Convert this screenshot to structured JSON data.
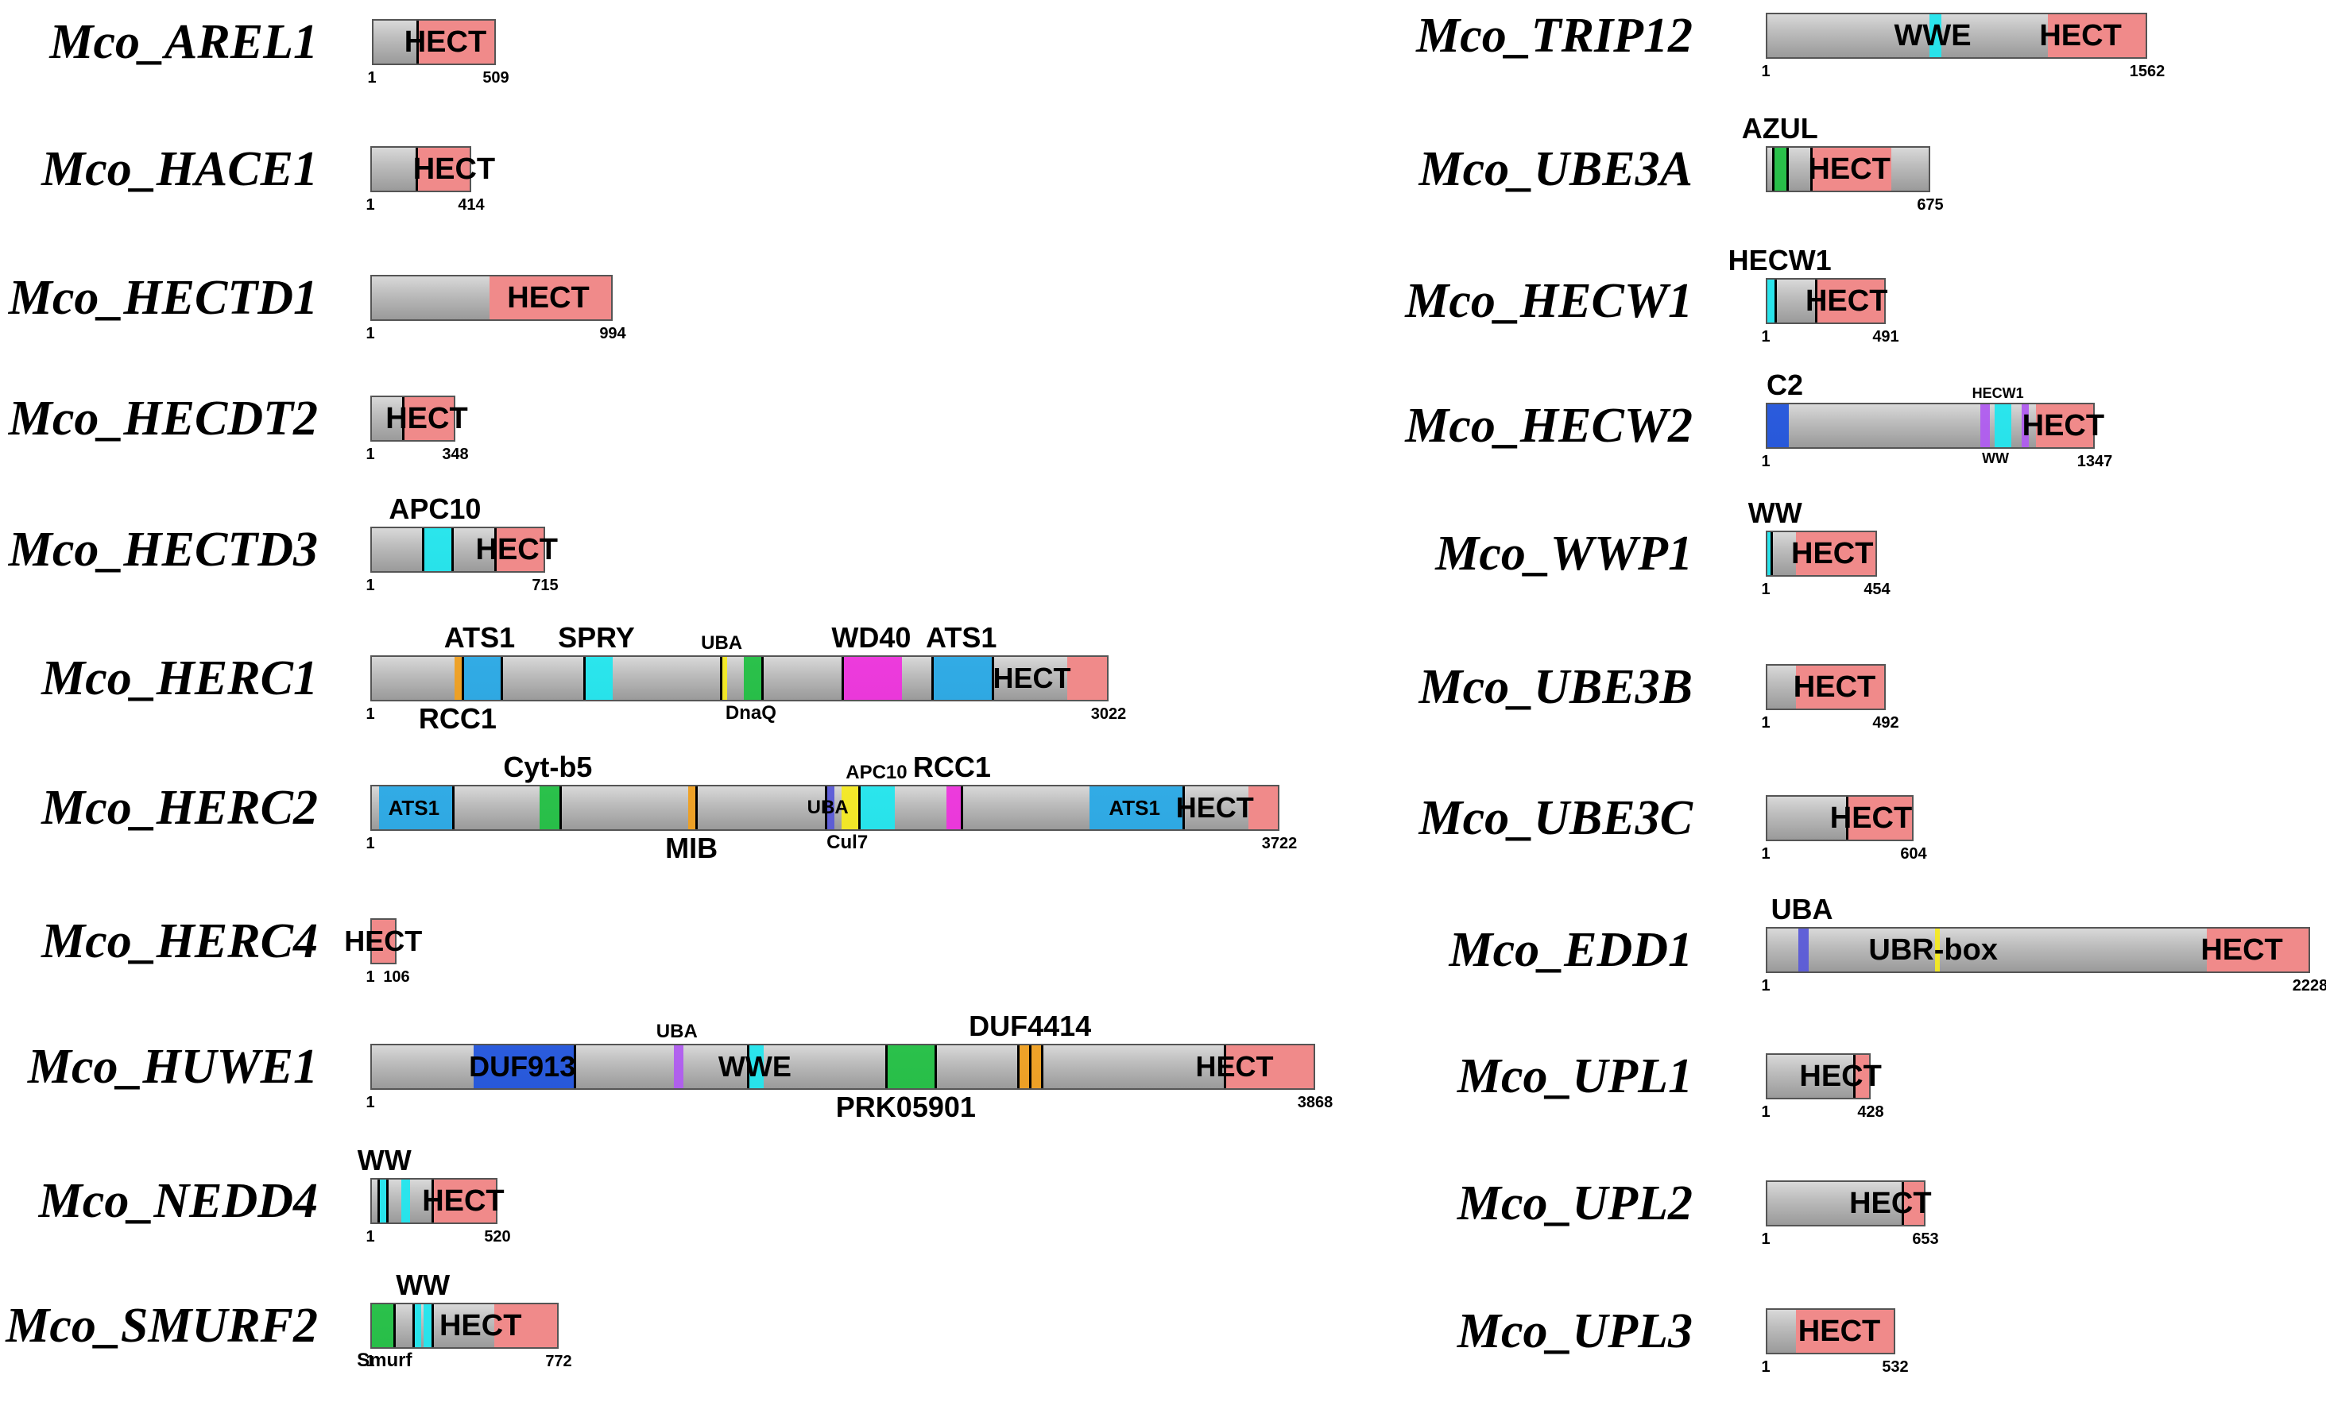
{
  "colors": {
    "HECT": "#f08a8a",
    "cyan": "#22e6ee",
    "sky": "#29a9e6",
    "green": "#22c044",
    "magenta": "#ee33dd",
    "yellow": "#f5ea22",
    "orange": "#f0a020",
    "blue": "#2255dd",
    "violet": "#b05cf0",
    "indigo": "#5a5ad8"
  },
  "proteins": [
    {
      "name": "Mco_AREL1",
      "length": 509,
      "start_label": "1",
      "end_label": "509",
      "domains": [
        {
          "label": "HECT",
          "from": 180,
          "to": 509,
          "color": "HECT"
        }
      ],
      "lines": [
        180
      ],
      "labels": [
        {
          "text": "HECT",
          "pos": 310,
          "where": "in",
          "size": 38
        }
      ]
    },
    {
      "name": "Mco_HACE1",
      "length": 414,
      "start_label": "1",
      "end_label": "414",
      "domains": [
        {
          "label": "HECT",
          "from": 185,
          "to": 414,
          "color": "HECT"
        }
      ],
      "lines": [
        185
      ],
      "labels": [
        {
          "text": "HECT",
          "pos": 355,
          "where": "in",
          "size": 38
        }
      ]
    },
    {
      "name": "Mco_HECTD1",
      "length": 994,
      "start_label": "1",
      "end_label": "994",
      "domains": [
        {
          "label": "HECT",
          "from": 490,
          "to": 994,
          "color": "HECT"
        }
      ],
      "lines": [],
      "labels": [
        {
          "text": "HECT",
          "pos": 740,
          "where": "in",
          "size": 38
        }
      ]
    },
    {
      "name": "Mco_HECDT2",
      "length": 348,
      "start_label": "1",
      "end_label": "348",
      "domains": [
        {
          "label": "HECT",
          "from": 130,
          "to": 348,
          "color": "HECT"
        }
      ],
      "lines": [
        130
      ],
      "labels": [
        {
          "text": "HECT",
          "pos": 240,
          "where": "in",
          "size": 38
        }
      ]
    },
    {
      "name": "Mco_HECTD3",
      "length": 715,
      "start_label": "1",
      "end_label": "715",
      "domains": [
        {
          "label": "APC10",
          "from": 210,
          "to": 330,
          "color": "cyan"
        },
        {
          "label": "HECT",
          "from": 510,
          "to": 715,
          "color": "HECT"
        }
      ],
      "lines": [
        210,
        330,
        510
      ],
      "labels": [
        {
          "text": "APC10",
          "pos": 270,
          "where": "above",
          "size": 36
        },
        {
          "text": "HECT",
          "pos": 610,
          "where": "in",
          "size": 38
        }
      ]
    },
    {
      "name": "Mco_HERC1",
      "length": 3022,
      "start_label": "1",
      "end_label": "3022",
      "domains": [
        {
          "label": "RCC1",
          "from": 340,
          "to": 370,
          "color": "orange"
        },
        {
          "label": "ATS1",
          "from": 370,
          "to": 530,
          "color": "sky"
        },
        {
          "label": "SPRY",
          "from": 870,
          "to": 990,
          "color": "cyan"
        },
        {
          "label": "UBA",
          "from": 1430,
          "to": 1460,
          "color": "yellow"
        },
        {
          "label": "DnaQ",
          "from": 1530,
          "to": 1600,
          "color": "green"
        },
        {
          "label": "WD40",
          "from": 1930,
          "to": 2180,
          "color": "magenta"
        },
        {
          "label": "ATS1",
          "from": 2300,
          "to": 2550,
          "color": "sky"
        },
        {
          "label": "HECT",
          "from": 2860,
          "to": 3022,
          "color": "HECT"
        }
      ],
      "lines": [
        370,
        530,
        870,
        1430,
        1600,
        1930,
        2300,
        2550
      ],
      "labels": [
        {
          "text": "ATS1",
          "pos": 450,
          "where": "above",
          "size": 36
        },
        {
          "text": "RCC1",
          "pos": 360,
          "where": "below",
          "size": 36
        },
        {
          "text": "SPRY",
          "pos": 930,
          "where": "above",
          "size": 36
        },
        {
          "text": "UBA",
          "pos": 1445,
          "where": "above",
          "size": 24
        },
        {
          "text": "DnaQ",
          "pos": 1565,
          "where": "below",
          "size": 24
        },
        {
          "text": "WD40",
          "pos": 2060,
          "where": "above",
          "size": 36
        },
        {
          "text": "ATS1",
          "pos": 2430,
          "where": "above",
          "size": 36
        },
        {
          "text": "HECT",
          "pos": 2720,
          "where": "in",
          "size": 36
        }
      ]
    },
    {
      "name": "Mco_HERC2",
      "length": 3722,
      "start_label": "1",
      "end_label": "3722",
      "domains": [
        {
          "label": "ATS1",
          "from": 30,
          "to": 330,
          "color": "sky"
        },
        {
          "label": "Cyt-b5",
          "from": 690,
          "to": 770,
          "color": "green"
        },
        {
          "label": "MIB",
          "from": 1300,
          "to": 1330,
          "color": "orange"
        },
        {
          "label": "UBA",
          "from": 1860,
          "to": 1900,
          "color": "indigo"
        },
        {
          "label": "Cul7",
          "from": 1930,
          "to": 2000,
          "color": "yellow"
        },
        {
          "label": "APC10",
          "from": 2000,
          "to": 2150,
          "color": "cyan"
        },
        {
          "label": "RCC1",
          "from": 2360,
          "to": 2420,
          "color": "magenta"
        },
        {
          "label": "ATS1",
          "from": 2950,
          "to": 3330,
          "color": "sky"
        },
        {
          "label": "HECT",
          "from": 3600,
          "to": 3722,
          "color": "HECT"
        }
      ],
      "lines": [
        330,
        770,
        1330,
        1860,
        2000,
        2420,
        3330
      ],
      "labels": [
        {
          "text": "ATS1",
          "pos": 180,
          "where": "in",
          "size": 26
        },
        {
          "text": "Cyt-b5",
          "pos": 730,
          "where": "above",
          "size": 36
        },
        {
          "text": "MIB",
          "pos": 1320,
          "where": "below",
          "size": 36
        },
        {
          "text": "UBA",
          "pos": 1880,
          "where": "in",
          "size": 24
        },
        {
          "text": "Cul7",
          "pos": 1960,
          "where": "below",
          "size": 24
        },
        {
          "text": "APC10",
          "pos": 2080,
          "where": "above",
          "size": 24
        },
        {
          "text": "RCC1",
          "pos": 2390,
          "where": "above",
          "size": 36
        },
        {
          "text": "ATS1",
          "pos": 3140,
          "where": "in",
          "size": 26
        },
        {
          "text": "HECT",
          "pos": 3470,
          "where": "in",
          "size": 36
        }
      ]
    },
    {
      "name": "Mco_HERC4",
      "length": 106,
      "start_label": "1",
      "end_label": "106",
      "domains": [
        {
          "label": "HECT",
          "from": 1,
          "to": 106,
          "color": "HECT"
        }
      ],
      "lines": [],
      "labels": [
        {
          "text": "HECT",
          "pos": 60,
          "where": "in",
          "size": 36
        }
      ]
    },
    {
      "name": "Mco_HUWE1",
      "length": 3868,
      "start_label": "1",
      "end_label": "3868",
      "domains": [
        {
          "label": "DUF913",
          "from": 420,
          "to": 830,
          "color": "blue"
        },
        {
          "label": "UBA",
          "from": 1240,
          "to": 1280,
          "color": "violet"
        },
        {
          "label": "WWE",
          "from": 1550,
          "to": 1610,
          "color": "cyan"
        },
        {
          "label": "PRK05901",
          "from": 2110,
          "to": 2310,
          "color": "green"
        },
        {
          "label": "DUF4414",
          "from": 2650,
          "to": 2750,
          "color": "orange"
        },
        {
          "label": "HECT",
          "from": 3500,
          "to": 3868,
          "color": "HECT"
        }
      ],
      "lines": [
        830,
        1540,
        2110,
        2310,
        2650,
        2700,
        2750,
        3500
      ],
      "labels": [
        {
          "text": "DUF913",
          "pos": 625,
          "where": "in",
          "size": 36
        },
        {
          "text": "UBA",
          "pos": 1260,
          "where": "above",
          "size": 24
        },
        {
          "text": "WWE",
          "pos": 1580,
          "where": "in",
          "size": 36
        },
        {
          "text": "PRK05901",
          "pos": 2200,
          "where": "below",
          "size": 36
        },
        {
          "text": "DUF4414",
          "pos": 2710,
          "where": "above",
          "size": 36
        },
        {
          "text": "HECT",
          "pos": 3550,
          "where": "in",
          "size": 36
        }
      ]
    },
    {
      "name": "Mco_NEDD4",
      "length": 520,
      "start_label": "1",
      "end_label": "520",
      "domains": [
        {
          "label": "WW",
          "from": 25,
          "to": 60,
          "color": "cyan"
        },
        {
          "label": "WW",
          "from": 125,
          "to": 160,
          "color": "cyan"
        },
        {
          "label": "HECT",
          "from": 250,
          "to": 520,
          "color": "HECT"
        }
      ],
      "lines": [
        25,
        60,
        250
      ],
      "labels": [
        {
          "text": "WW",
          "pos": 60,
          "where": "above",
          "size": 36
        },
        {
          "text": "HECT",
          "pos": 390,
          "where": "in",
          "size": 38
        }
      ]
    },
    {
      "name": "Mco_SMURF2",
      "length": 772,
      "start_label": "1",
      "end_label": "772",
      "domains": [
        {
          "label": "Smurf",
          "from": 1,
          "to": 90,
          "color": "green"
        },
        {
          "label": "WW",
          "from": 170,
          "to": 205,
          "color": "cyan"
        },
        {
          "label": "WW",
          "from": 215,
          "to": 250,
          "color": "cyan"
        },
        {
          "label": "HECT",
          "from": 510,
          "to": 772,
          "color": "HECT"
        }
      ],
      "lines": [
        90,
        170,
        250
      ],
      "labels": [
        {
          "text": "Smurf",
          "pos": 60,
          "where": "below",
          "size": 24
        },
        {
          "text": "WW",
          "pos": 220,
          "where": "above",
          "size": 36
        },
        {
          "text": "HECT",
          "pos": 460,
          "where": "in",
          "size": 38
        }
      ]
    },
    {
      "name": "Mco_TRIP12",
      "length": 1562,
      "start_label": "1",
      "end_label": "1562",
      "domains": [
        {
          "label": "WWE",
          "from": 670,
          "to": 720,
          "color": "cyan"
        },
        {
          "label": "HECT",
          "from": 1160,
          "to": 1562,
          "color": "HECT"
        }
      ],
      "lines": [],
      "labels": [
        {
          "text": "WWE",
          "pos": 690,
          "where": "in",
          "size": 38
        },
        {
          "text": "HECT",
          "pos": 1300,
          "where": "in",
          "size": 38
        }
      ]
    },
    {
      "name": "Mco_UBE3A",
      "length": 675,
      "start_label": "",
      "end_label": "675",
      "domains": [
        {
          "label": "AZUL",
          "from": 20,
          "to": 80,
          "color": "green"
        },
        {
          "label": "HECT",
          "from": 180,
          "to": 520,
          "color": "HECT"
        }
      ],
      "lines": [
        20,
        80,
        180
      ],
      "labels": [
        {
          "text": "AZUL",
          "pos": 60,
          "where": "above",
          "size": 36
        },
        {
          "text": "HECT",
          "pos": 350,
          "where": "in",
          "size": 38
        }
      ]
    },
    {
      "name": "Mco_HECW1",
      "length": 491,
      "start_label": "1",
      "end_label": "491",
      "domains": [
        {
          "label": "HECW1",
          "from": 1,
          "to": 30,
          "color": "cyan"
        },
        {
          "label": "HECT",
          "from": 200,
          "to": 491,
          "color": "HECT"
        }
      ],
      "lines": [
        30,
        200
      ],
      "labels": [
        {
          "text": "HECW1",
          "pos": 60,
          "where": "above",
          "size": 36
        },
        {
          "text": "HECT",
          "pos": 340,
          "where": "in",
          "size": 38
        }
      ]
    },
    {
      "name": "Mco_HECW2",
      "length": 1347,
      "start_label": "1",
      "end_label": "1347",
      "domains": [
        {
          "label": "C2",
          "from": 1,
          "to": 90,
          "color": "blue"
        },
        {
          "label": "WW",
          "from": 880,
          "to": 920,
          "color": "violet"
        },
        {
          "label": "HECW1",
          "from": 940,
          "to": 1010,
          "color": "cyan"
        },
        {
          "label": "WW",
          "from": 1050,
          "to": 1080,
          "color": "violet"
        },
        {
          "label": "HECT",
          "from": 1110,
          "to": 1347,
          "color": "HECT"
        }
      ],
      "lines": [],
      "labels": [
        {
          "text": "C2",
          "pos": 80,
          "where": "above",
          "size": 36
        },
        {
          "text": "HECW1",
          "pos": 960,
          "where": "above",
          "size": 18
        },
        {
          "text": "WW",
          "pos": 950,
          "where": "below",
          "size": 18
        },
        {
          "text": "HECT",
          "pos": 1230,
          "where": "in",
          "size": 38
        }
      ]
    },
    {
      "name": "Mco_WWP1",
      "length": 454,
      "start_label": "1",
      "end_label": "454",
      "domains": [
        {
          "label": "WW",
          "from": 1,
          "to": 15,
          "color": "cyan"
        },
        {
          "label": "HECT",
          "from": 120,
          "to": 454,
          "color": "HECT"
        }
      ],
      "lines": [
        15
      ],
      "labels": [
        {
          "text": "WW",
          "pos": 40,
          "where": "above",
          "size": 36
        },
        {
          "text": "HECT",
          "pos": 280,
          "where": "in",
          "size": 38
        }
      ]
    },
    {
      "name": "Mco_UBE3B",
      "length": 492,
      "start_label": "1",
      "end_label": "492",
      "domains": [
        {
          "label": "HECT",
          "from": 120,
          "to": 492,
          "color": "HECT"
        }
      ],
      "lines": [],
      "labels": [
        {
          "text": "HECT",
          "pos": 290,
          "where": "in",
          "size": 38
        }
      ]
    },
    {
      "name": "Mco_UBE3C",
      "length": 604,
      "start_label": "1",
      "end_label": "604",
      "domains": [
        {
          "label": "HECT",
          "from": 330,
          "to": 604,
          "color": "HECT"
        }
      ],
      "lines": [
        330
      ],
      "labels": [
        {
          "text": "HECT",
          "pos": 440,
          "where": "in",
          "size": 38
        }
      ]
    },
    {
      "name": "Mco_EDD1",
      "length": 2228,
      "start_label": "1",
      "end_label": "2228",
      "domains": [
        {
          "label": "UBA",
          "from": 130,
          "to": 170,
          "color": "indigo"
        },
        {
          "label": "UBR-box",
          "from": 690,
          "to": 710,
          "color": "yellow"
        },
        {
          "label": "HECT",
          "from": 1810,
          "to": 2228,
          "color": "HECT"
        }
      ],
      "lines": [],
      "labels": [
        {
          "text": "UBA",
          "pos": 150,
          "where": "above",
          "size": 36
        },
        {
          "text": "UBR-box",
          "pos": 690,
          "where": "in",
          "size": 38
        },
        {
          "text": "HECT",
          "pos": 1960,
          "where": "in",
          "size": 38
        }
      ]
    },
    {
      "name": "Mco_UPL1",
      "length": 428,
      "start_label": "1",
      "end_label": "428",
      "domains": [
        {
          "label": "HECT",
          "from": 360,
          "to": 428,
          "color": "HECT"
        }
      ],
      "lines": [
        360
      ],
      "labels": [
        {
          "text": "HECT",
          "pos": 315,
          "where": "in",
          "size": 38
        }
      ]
    },
    {
      "name": "Mco_UPL2",
      "length": 653,
      "start_label": "1",
      "end_label": "653",
      "domains": [
        {
          "label": "HECT",
          "from": 560,
          "to": 653,
          "color": "HECT"
        }
      ],
      "lines": [
        560
      ],
      "labels": [
        {
          "text": "HECT",
          "pos": 520,
          "where": "in",
          "size": 38
        }
      ]
    },
    {
      "name": "Mco_UPL3",
      "length": 532,
      "start_label": "1",
      "end_label": "532",
      "domains": [
        {
          "label": "HECT",
          "from": 120,
          "to": 532,
          "color": "HECT"
        }
      ],
      "lines": [],
      "labels": [
        {
          "text": "HECT",
          "pos": 310,
          "where": "in",
          "size": 38
        }
      ]
    }
  ]
}
